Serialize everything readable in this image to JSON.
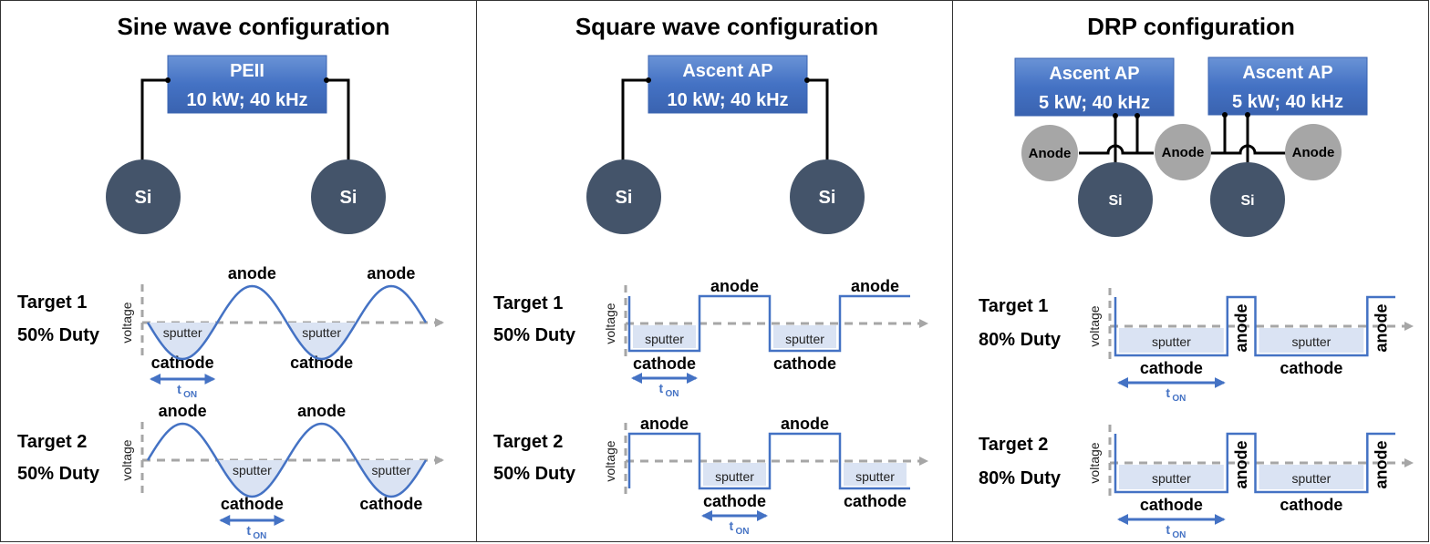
{
  "colors": {
    "box_fill": "#4472c4",
    "box_light": "#6a93d6",
    "target_si": "#44546a",
    "anode_circle": "#a6a6a6",
    "wave": "#4472c4",
    "sputter_fill": "#dae3f3",
    "axis": "#a6a6a6"
  },
  "panels": [
    {
      "title": "Sine wave configuration",
      "supplies": [
        {
          "name": "PEII",
          "spec": "10 kW; 40 kHz"
        }
      ],
      "targets": [
        "Si",
        "Si"
      ],
      "waves": [
        {
          "target": "Target 1",
          "duty": "50% Duty",
          "axis_label": "voltage",
          "type": "sine",
          "phase": "cathode-first",
          "labels": {
            "anode": [
              "anode",
              "anode"
            ],
            "cathode": [
              "cathode",
              "cathode"
            ],
            "sputter": [
              "sputter",
              "sputter"
            ],
            "ton": "t",
            "ton_sub": "ON"
          }
        },
        {
          "target": "Target 2",
          "duty": "50% Duty",
          "axis_label": "voltage",
          "type": "sine",
          "phase": "anode-first",
          "labels": {
            "anode": [
              "anode",
              "anode"
            ],
            "cathode": [
              "cathode",
              "cathode"
            ],
            "sputter": [
              "sputter",
              "sputter"
            ],
            "ton": "t",
            "ton_sub": "ON"
          }
        }
      ]
    },
    {
      "title": "Square wave configuration",
      "supplies": [
        {
          "name": "Ascent AP",
          "spec": "10 kW; 40 kHz"
        }
      ],
      "targets": [
        "Si",
        "Si"
      ],
      "waves": [
        {
          "target": "Target 1",
          "duty": "50% Duty",
          "axis_label": "voltage",
          "type": "square",
          "duty_fraction": 0.5,
          "phase": "cathode-first",
          "labels": {
            "anode": [
              "anode",
              "anode"
            ],
            "cathode": [
              "cathode",
              "cathode"
            ],
            "sputter": [
              "sputter",
              "sputter"
            ],
            "ton": "t",
            "ton_sub": "ON"
          }
        },
        {
          "target": "Target 2",
          "duty": "50% Duty",
          "axis_label": "voltage",
          "type": "square",
          "duty_fraction": 0.5,
          "phase": "anode-first",
          "labels": {
            "anode": [
              "anode",
              "anode"
            ],
            "cathode": [
              "cathode",
              "cathode"
            ],
            "sputter": [
              "sputter",
              "sputter"
            ],
            "ton": "t",
            "ton_sub": "ON"
          }
        }
      ]
    },
    {
      "title": "DRP configuration",
      "supplies": [
        {
          "name": "Ascent AP",
          "spec": "5 kW; 40 kHz"
        },
        {
          "name": "Ascent AP",
          "spec": "5 kW; 40 kHz"
        }
      ],
      "targets": [
        "Si",
        "Si"
      ],
      "anodes": [
        "Anode",
        "Anode",
        "Anode"
      ],
      "waves": [
        {
          "target": "Target 1",
          "duty": "80% Duty",
          "axis_label": "voltage",
          "type": "square",
          "duty_fraction": 0.8,
          "phase": "cathode-first",
          "labels": {
            "anode": [
              "anode",
              "anode"
            ],
            "cathode": [
              "cathode",
              "cathode"
            ],
            "sputter": [
              "sputter",
              "sputter"
            ],
            "ton": "t",
            "ton_sub": "ON"
          }
        },
        {
          "target": "Target 2",
          "duty": "80% Duty",
          "axis_label": "voltage",
          "type": "square",
          "duty_fraction": 0.8,
          "phase": "cathode-first",
          "labels": {
            "anode": [
              "anode",
              "anode"
            ],
            "cathode": [
              "cathode",
              "cathode"
            ],
            "sputter": [
              "sputter",
              "sputter"
            ],
            "ton": "t",
            "ton_sub": "ON"
          }
        }
      ]
    }
  ]
}
